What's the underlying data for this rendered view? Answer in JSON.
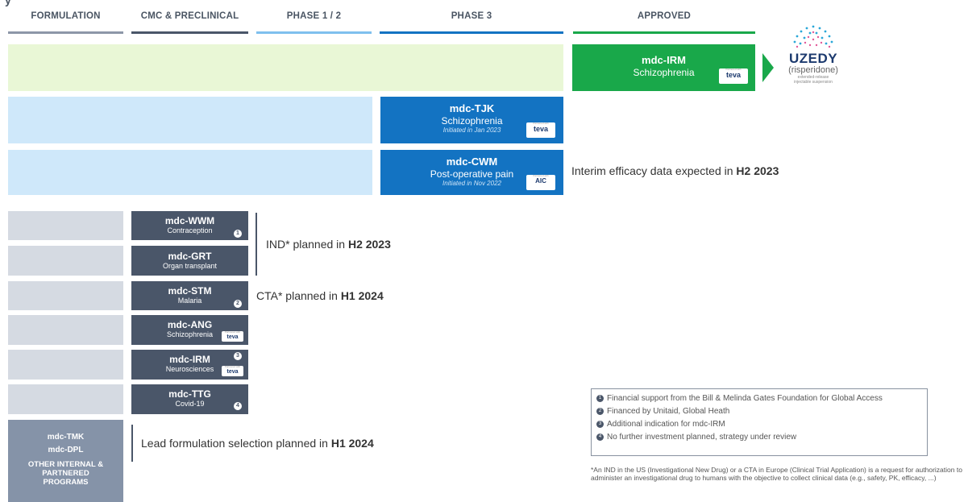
{
  "corner_text": "y",
  "header": {
    "formulation": "FORMULATION",
    "cmc": "CMC & PRECLINICAL",
    "phase12": "PHASE 1 / 2",
    "phase3": "PHASE 3",
    "approved": "APPROVED"
  },
  "programs": {
    "irm": {
      "name": "mdc-IRM",
      "indication": "Schizophrenia",
      "partner": "teva"
    },
    "tjk": {
      "name": "mdc-TJK",
      "indication": "Schizophrenia",
      "note": "Initiated in Jan 2023",
      "partner": "teva"
    },
    "cwm": {
      "name": "mdc-CWM",
      "indication": "Post-operative pain",
      "note": "Initiated in Nov 2022",
      "partner": "AIC"
    },
    "wwm": {
      "name": "mdc-WWM",
      "indication": "Contraception",
      "badge": "1"
    },
    "grt": {
      "name": "mdc-GRT",
      "indication": "Organ transplant"
    },
    "stm": {
      "name": "mdc-STM",
      "indication": "Malaria",
      "badge": "2"
    },
    "ang": {
      "name": "mdc-ANG",
      "indication": "Schizophrenia",
      "partner": "teva"
    },
    "irm2": {
      "name": "mdc-IRM",
      "indication": "Neurosciences",
      "badge": "3",
      "partner": "teva"
    },
    "ttg": {
      "name": "mdc-TTG",
      "indication": "Covid-19",
      "badge": "4"
    },
    "other": {
      "name1": "mdc-TMK",
      "name2": "mdc-DPL",
      "label": "OTHER INTERNAL & PARTNERED PROGRAMS"
    }
  },
  "uzedy": {
    "brand": "UZEDY",
    "generic": "(risperidone)",
    "line1": "extended-release",
    "line2": "injectable suspension"
  },
  "annotations": {
    "cwm_pre": "Interim efficacy data expected in ",
    "cwm_bold": "H2 2023",
    "ind_pre": "IND* planned in ",
    "ind_bold": "H2 2023",
    "cta_pre": "CTA* planned in ",
    "cta_bold": "H1 2024",
    "lead_pre": "Lead formulation selection planned in ",
    "lead_bold": "H1 2024"
  },
  "legend": [
    {
      "num": "1",
      "text": "Financial support from the Bill & Melinda Gates Foundation for Global Access"
    },
    {
      "num": "2",
      "text": "Financed by Unitaid, Global Heath"
    },
    {
      "num": "3",
      "text": "Additional indication for mdc-IRM"
    },
    {
      "num": "4",
      "text": "No further investment planned, strategy under review"
    }
  ],
  "footnote": "*An IND in the US (Investigational New Drug) or a CTA in Europe (Clinical Trial Application) is a request for authorization to administer an investigational drug to humans with the objective to collect clinical data (e.g., safety, PK, efficacy, ...)",
  "colors": {
    "approved": "#19a84a",
    "phase3": "#1373c2",
    "preclinical": "#4a5669"
  }
}
